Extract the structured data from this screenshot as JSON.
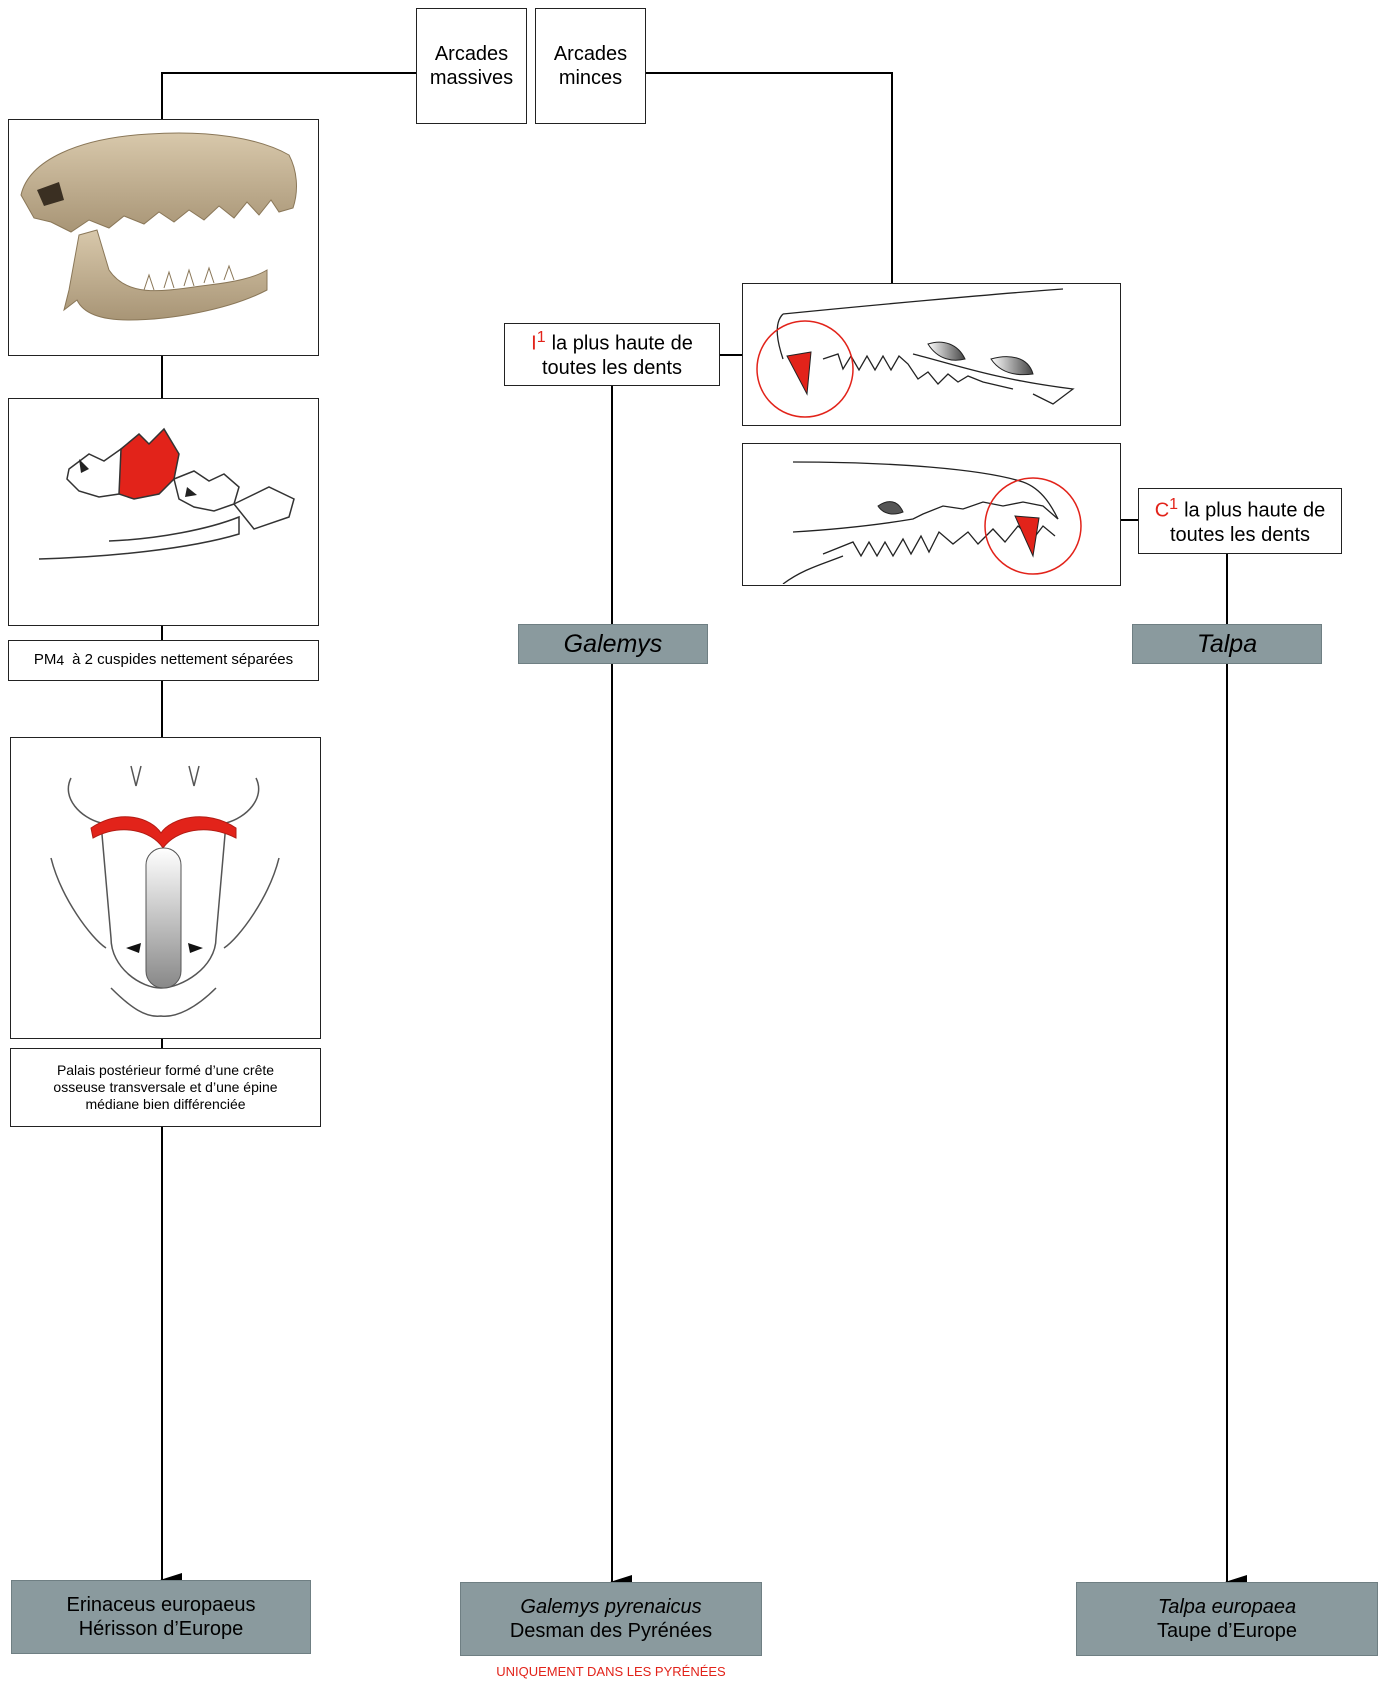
{
  "roots": {
    "massive": {
      "line1": "Arcades",
      "line2": "massives"
    },
    "thin": {
      "line1": "Arcades",
      "line2": "minces"
    }
  },
  "left": {
    "pm4_prefix": "PM",
    "pm4_sub": "4",
    "pm4_text": "à 2 cuspides nettement séparées",
    "palate_text": "Palais postérieur formé d’une crête osseuse transversale et d’une épine médiane bien différenciée",
    "result": {
      "scientific": "Erinaceus europaeus",
      "common": "Hérisson d’Europe"
    }
  },
  "middle": {
    "incisor_letter": "I",
    "incisor_sup": "1",
    "incisor_line1": "la plus haute de",
    "incisor_line2": "toutes les dents",
    "genus": "Galemys",
    "result": {
      "scientific": "Galemys pyrenaicus",
      "common": "Desman des Pyrénées"
    },
    "note": "UNIQUEMENT DANS LES PYRÉNÉES"
  },
  "right": {
    "canine_letter": "C",
    "canine_sup": "1",
    "canine_line1": "la plus haute de",
    "canine_line2": "toutes les dents",
    "genus": "Talpa",
    "result": {
      "scientific": "Talpa europaea",
      "common": "Taupe d’Europe"
    }
  },
  "colors": {
    "highlight": "#e2231a",
    "species_box": "#8a9a9e",
    "bone": "#c9b89a"
  },
  "icons": [
    "hedgehog-skull-photo",
    "hedgehog-jaw-drawing",
    "hedgehog-palate-drawing",
    "desman-skull-drawing",
    "mole-skull-drawing"
  ]
}
